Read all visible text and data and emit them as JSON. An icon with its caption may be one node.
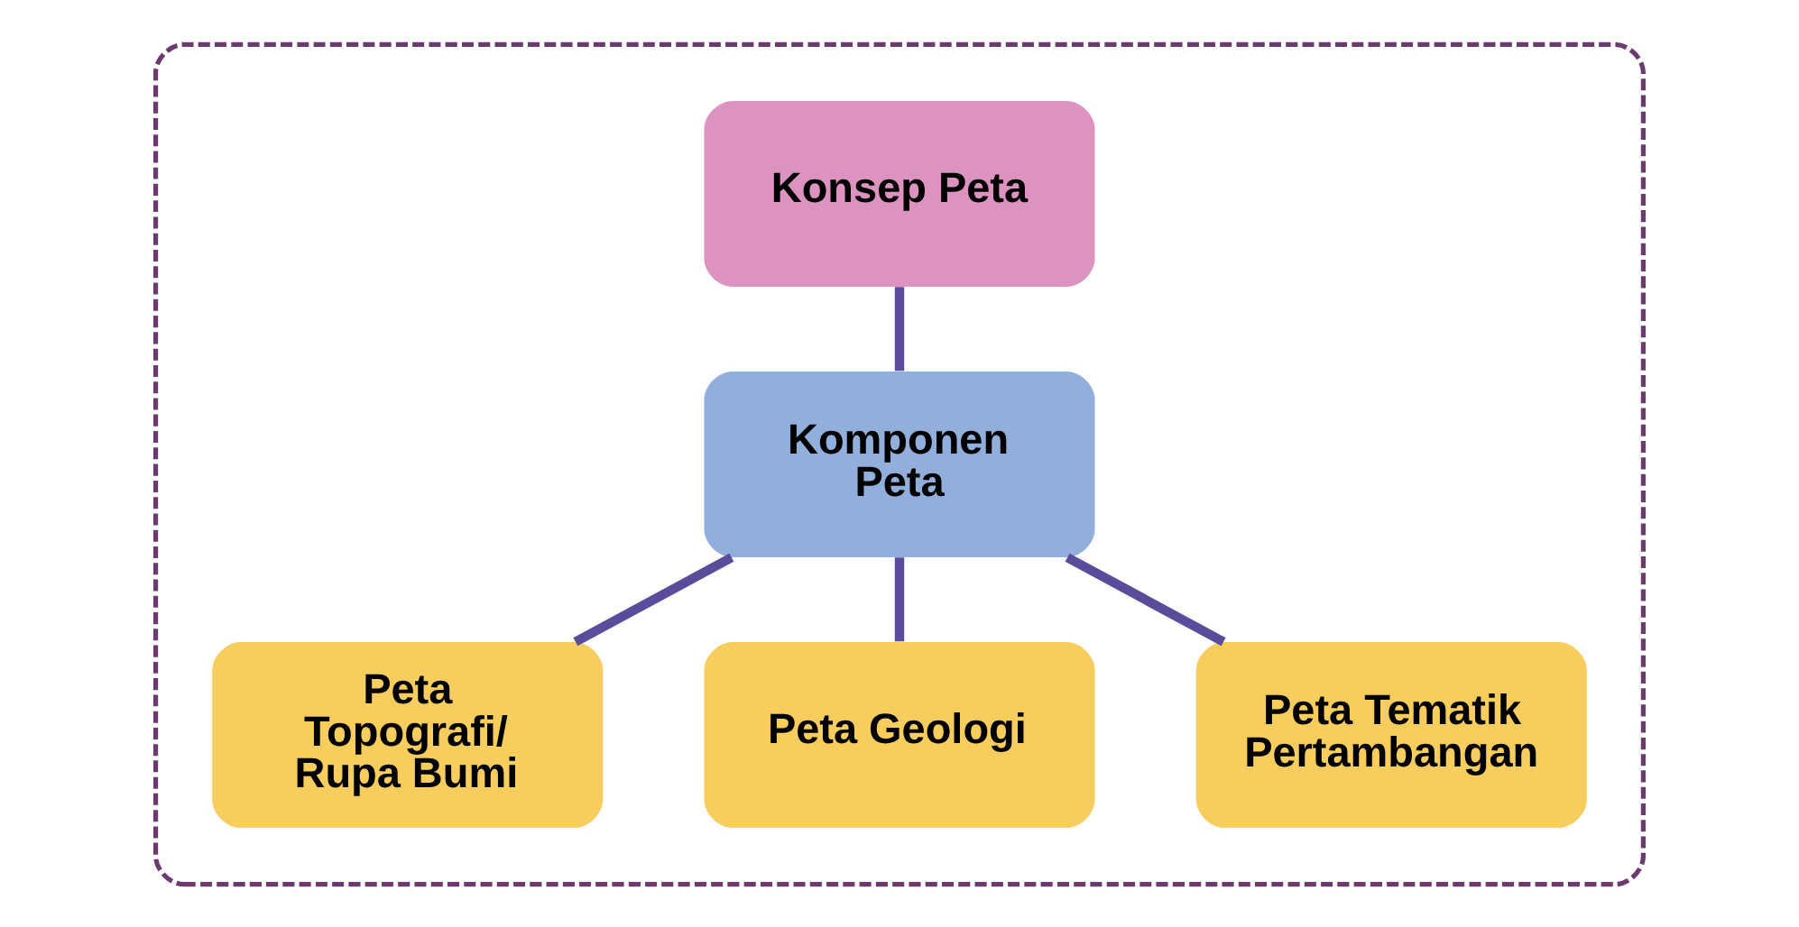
{
  "diagram": {
    "nodes": [
      {
        "text": [],
        "shape": "box"
      },
      {
        "text": [
          "Konsep Peta"
        ],
        "in": 0
      },
      {
        "text": [
          "Komponen Peta"
        ],
        "in": 0
      },
      {
        "text": [
          "Peta Topografi/ Rupa Bumi"
        ],
        "in": 0
      },
      {
        "text": [
          "Peta Geologi"
        ],
        "in": 0
      },
      {
        "text": [
          "Peta Tematik Pertambangan"
        ],
        "in": 0
      }
    ],
    "edges": [
      {
        "from": 1,
        "to": 2,
        "arrow": "none"
      },
      {
        "from": 2,
        "to": 3,
        "arrow": "none"
      },
      {
        "from": 2,
        "to": 4,
        "arrow": "none"
      },
      {
        "from": 2,
        "to": 5,
        "arrow": "none"
      }
    ]
  }
}
